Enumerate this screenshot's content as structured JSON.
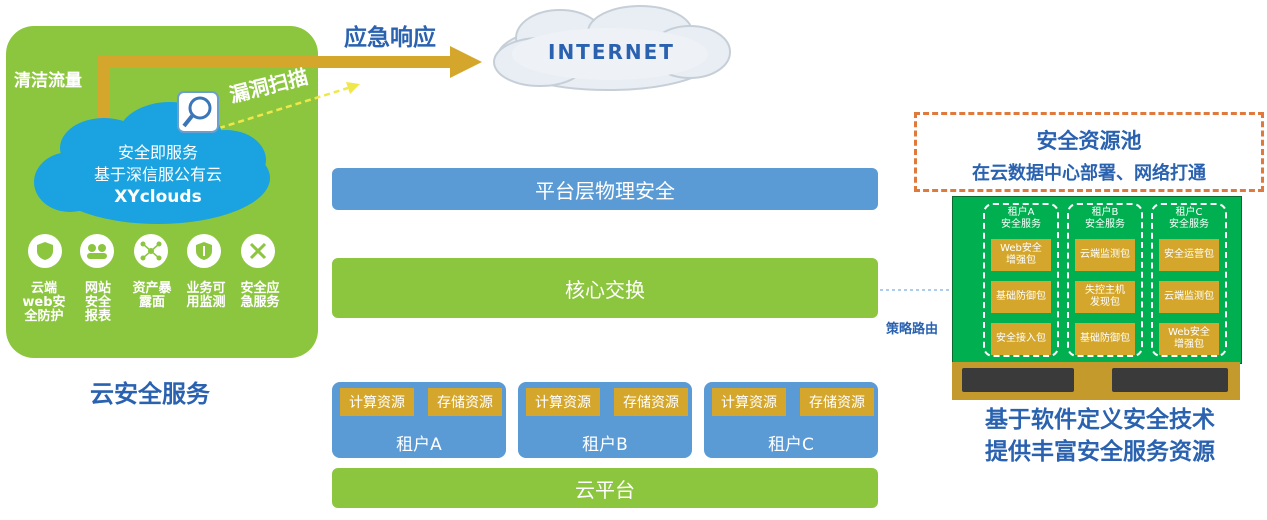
{
  "left_panel": {
    "clean_traffic_label": "清洁流量",
    "cloud_lines": [
      "安全即服务",
      "基于深信服公有云",
      "XYclouds"
    ],
    "scan_label": "漏洞扫描",
    "services": [
      {
        "icon": "shield-icon",
        "label": "云端\nweb安\n全防护"
      },
      {
        "icon": "people-icon",
        "label": "网站\n安全\n报表"
      },
      {
        "icon": "network-icon",
        "label": "资产暴\n露面"
      },
      {
        "icon": "shield-icon",
        "label": "业务可\n用监测"
      },
      {
        "icon": "tools-icon",
        "label": "安全应\n急服务"
      }
    ],
    "caption": "云安全服务"
  },
  "emergency_label": "应急响应",
  "internet_label": "INTERNET",
  "center": {
    "bars": [
      "平台层物理安全",
      "核心交换",
      "云平台"
    ],
    "tenants": [
      {
        "label": "租户A",
        "compute": "计算资源",
        "storage": "存储资源"
      },
      {
        "label": "租户B",
        "compute": "计算资源",
        "storage": "存储资源"
      },
      {
        "label": "租户C",
        "compute": "计算资源",
        "storage": "存储资源"
      }
    ]
  },
  "policy_route_label": "策略路由",
  "right": {
    "pool_title": "安全资源池",
    "pool_subtitle": "在云数据中心部署、网络打通",
    "columns": [
      {
        "head": "租户A\n安全服务",
        "items": [
          "Web安全\n增强包",
          "基础防御包",
          "安全接入包"
        ]
      },
      {
        "head": "租户B\n安全服务",
        "items": [
          "云端监测包",
          "失控主机\n发现包",
          "基础防御包"
        ]
      },
      {
        "head": "租户C\n安全服务",
        "items": [
          "安全运营包",
          "云端监测包",
          "Web安全\n增强包"
        ]
      }
    ],
    "caption_lines": [
      "基于软件定义安全技术",
      "提供丰富安全服务资源"
    ]
  },
  "colors": {
    "green": "#8cc63f",
    "blue": "#5b9bd5",
    "gold": "#d4a72c",
    "title_blue": "#2a62b0",
    "orange": "#e07a3c"
  }
}
